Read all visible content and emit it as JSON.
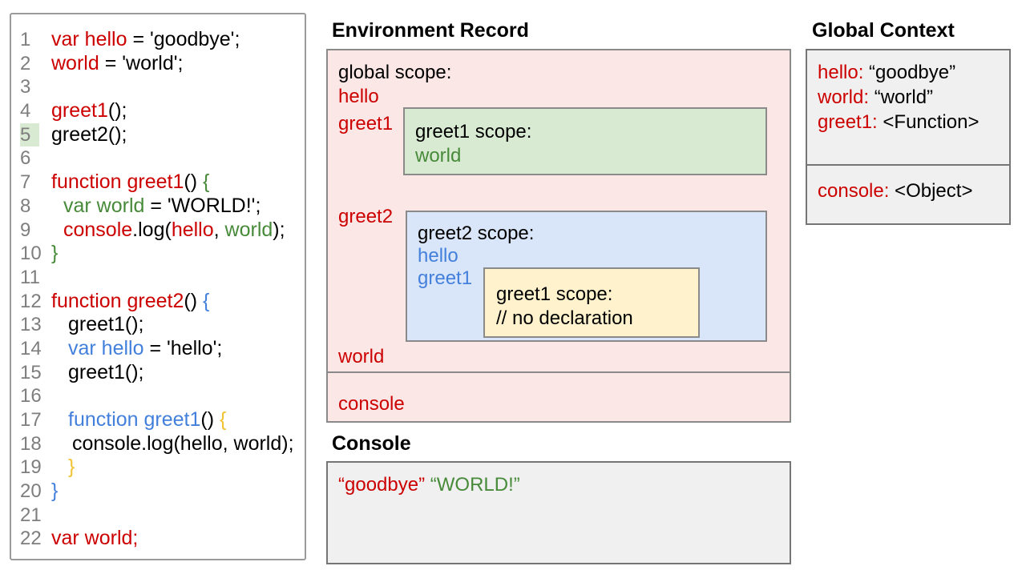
{
  "colors": {
    "red": "#cc0000",
    "green": "#478a39",
    "blue": "#4380dc",
    "yellow": "#f1c232",
    "black": "#000000",
    "gray-text": "#7e7e7e",
    "pink-bg": "#fbe7e6",
    "green-bg": "#d9ead3",
    "blue-bg": "#d9e5f8",
    "yellow-bg": "#fff2cc",
    "gray-bg": "#f0f0f0",
    "border": "#8a8a8a",
    "border-dark": "#757575",
    "panel-border": "#9b9b9b",
    "highlight": "#d9ead3"
  },
  "code_panel": {
    "lines": [
      {
        "n": "1",
        "ind": 0,
        "seg": [
          [
            "r",
            "var hello"
          ],
          [
            "k",
            " = 'goodbye';"
          ]
        ]
      },
      {
        "n": "2",
        "ind": 0,
        "seg": [
          [
            "r",
            "world"
          ],
          [
            "k",
            " = 'world';"
          ]
        ]
      },
      {
        "n": "3",
        "ind": 0,
        "seg": []
      },
      {
        "n": "4",
        "ind": 0,
        "seg": [
          [
            "r",
            "greet1"
          ],
          [
            "k",
            "();"
          ]
        ]
      },
      {
        "n": "5",
        "ind": 0,
        "hl": true,
        "seg": [
          [
            "k",
            "greet2();"
          ]
        ]
      },
      {
        "n": "6",
        "ind": 0,
        "seg": []
      },
      {
        "n": "7",
        "ind": 0,
        "seg": [
          [
            "r",
            "function greet1"
          ],
          [
            "k",
            "() "
          ],
          [
            "g",
            "{"
          ]
        ]
      },
      {
        "n": "8",
        "ind": 15,
        "seg": [
          [
            "g",
            "var world"
          ],
          [
            "k",
            " = 'WORLD!';"
          ]
        ]
      },
      {
        "n": "9",
        "ind": 15,
        "seg": [
          [
            "r",
            "console"
          ],
          [
            "k",
            ".log("
          ],
          [
            "r",
            "hello"
          ],
          [
            "k",
            ", "
          ],
          [
            "g",
            "world"
          ],
          [
            "k",
            ");"
          ]
        ]
      },
      {
        "n": "10",
        "ind": 0,
        "seg": [
          [
            "g",
            "}"
          ]
        ]
      },
      {
        "n": "11",
        "ind": 0,
        "seg": []
      },
      {
        "n": "12",
        "ind": 0,
        "seg": [
          [
            "r",
            "function greet2"
          ],
          [
            "k",
            "() "
          ],
          [
            "b",
            "{"
          ]
        ]
      },
      {
        "n": "13",
        "ind": 21,
        "seg": [
          [
            "k",
            "greet1();"
          ]
        ]
      },
      {
        "n": "14",
        "ind": 21,
        "seg": [
          [
            "b",
            "var hello"
          ],
          [
            "k",
            " = 'hello';"
          ]
        ]
      },
      {
        "n": "15",
        "ind": 21,
        "seg": [
          [
            "k",
            "greet1();"
          ]
        ]
      },
      {
        "n": "16",
        "ind": 0,
        "seg": []
      },
      {
        "n": "17",
        "ind": 21,
        "seg": [
          [
            "b",
            "function greet1"
          ],
          [
            "k",
            "() "
          ],
          [
            "y",
            "{"
          ]
        ]
      },
      {
        "n": "18",
        "ind": 26,
        "seg": [
          [
            "k",
            "console.log(hello, world);"
          ]
        ]
      },
      {
        "n": "19",
        "ind": 21,
        "seg": [
          [
            "y",
            "}"
          ]
        ]
      },
      {
        "n": "20",
        "ind": 0,
        "seg": [
          [
            "b",
            "}"
          ]
        ]
      },
      {
        "n": "21",
        "ind": 0,
        "seg": []
      },
      {
        "n": "22",
        "ind": 0,
        "seg": [
          [
            "r",
            "var world;"
          ]
        ]
      }
    ]
  },
  "environment_record": {
    "title": "Environment Record",
    "global_scope_label": "global scope:",
    "var_hello": "hello",
    "var_greet1": "greet1",
    "var_greet2": "greet2",
    "var_world": "world",
    "console_label": "console",
    "greet1_scope": {
      "title": "greet1 scope:",
      "var_world": "world"
    },
    "greet2_scope": {
      "title": "greet2 scope:",
      "var_hello": "hello",
      "var_greet1": "greet1",
      "greet1_scope": {
        "title": "greet1 scope:",
        "comment": "// no declaration"
      }
    }
  },
  "console_panel": {
    "title": "Console",
    "output": [
      [
        "r",
        "“goodbye”"
      ],
      [
        "k",
        " "
      ],
      [
        "g",
        "“WORLD!”"
      ]
    ]
  },
  "global_context": {
    "title": "Global Context",
    "rows": [
      [
        [
          "r",
          "hello:"
        ],
        [
          "k",
          " “goodbye”"
        ]
      ],
      [
        [
          "r",
          "world:"
        ],
        [
          "k",
          " “world”"
        ]
      ],
      [
        [
          "r",
          "greet1:"
        ],
        [
          "k",
          " <Function>"
        ]
      ]
    ],
    "console_row": [
      [
        "r",
        "console:"
      ],
      [
        "k",
        " <Object>"
      ]
    ]
  }
}
